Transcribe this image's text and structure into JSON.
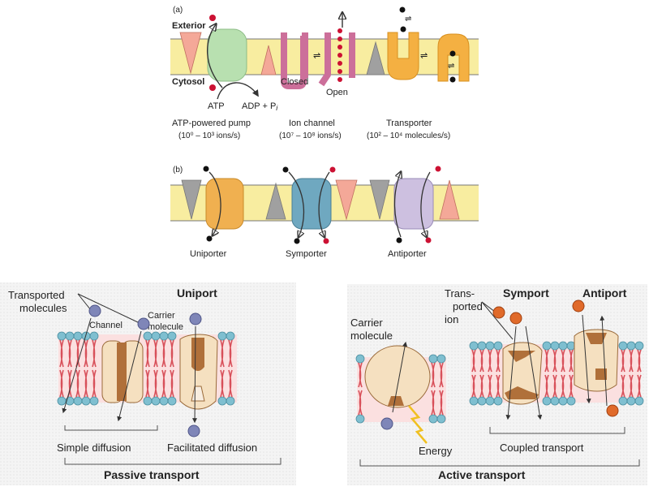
{
  "panel_a": {
    "label": "(a)",
    "exterior": "Exterior",
    "cytosol": "Cytosol",
    "atp": "ATP",
    "adp": "ADP + P",
    "adp_sub": "i",
    "closed": "Closed",
    "open": "Open",
    "pump_name": "ATP-powered pump",
    "pump_rate": "(10⁰ – 10³ ions/s)",
    "channel_name": "Ion channel",
    "channel_rate": "(10⁷ – 10⁸ ions/s)",
    "transporter_name": "Transporter",
    "transporter_rate": "(10² – 10⁴ molecules/s)"
  },
  "panel_b": {
    "label": "(b)",
    "uniporter": "Uniporter",
    "symporter": "Symporter",
    "antiporter": "Antiporter"
  },
  "passive": {
    "transported_line1": "Transported",
    "transported_line2": "molecules",
    "uniport": "Uniport",
    "channel": "Channel",
    "carrier_line1": "Carrier",
    "carrier_line2": "molecule",
    "simple_diffusion": "Simple diffusion",
    "facilitated_diffusion": "Facilitated diffusion",
    "title": "Passive transport"
  },
  "active": {
    "trans_line1": "Trans-",
    "trans_line2": "ported",
    "trans_line3": "ion",
    "symport": "Symport",
    "antiport": "Antiport",
    "carrier_line1": "Carrier",
    "carrier_line2": "molecule",
    "energy": "Energy",
    "coupled": "Coupled transport",
    "title": "Active transport"
  },
  "colors": {
    "membrane": "#f8eda0",
    "pump": "#b8e0b0",
    "channel": "#cc6f9a",
    "transporter": "#f4b042",
    "uniporter": "#f0b050",
    "symporter": "#6fa8c0",
    "antiporter": "#cdc0e0",
    "ion": "#cc1133",
    "lipid_head": "#7fbfd0",
    "lipid_tail": "#d8505a",
    "protein": "#f5e0c0",
    "protein_dark": "#b0703a",
    "molecule": "#7f86b8",
    "orange_ion": "#e06a2a"
  }
}
